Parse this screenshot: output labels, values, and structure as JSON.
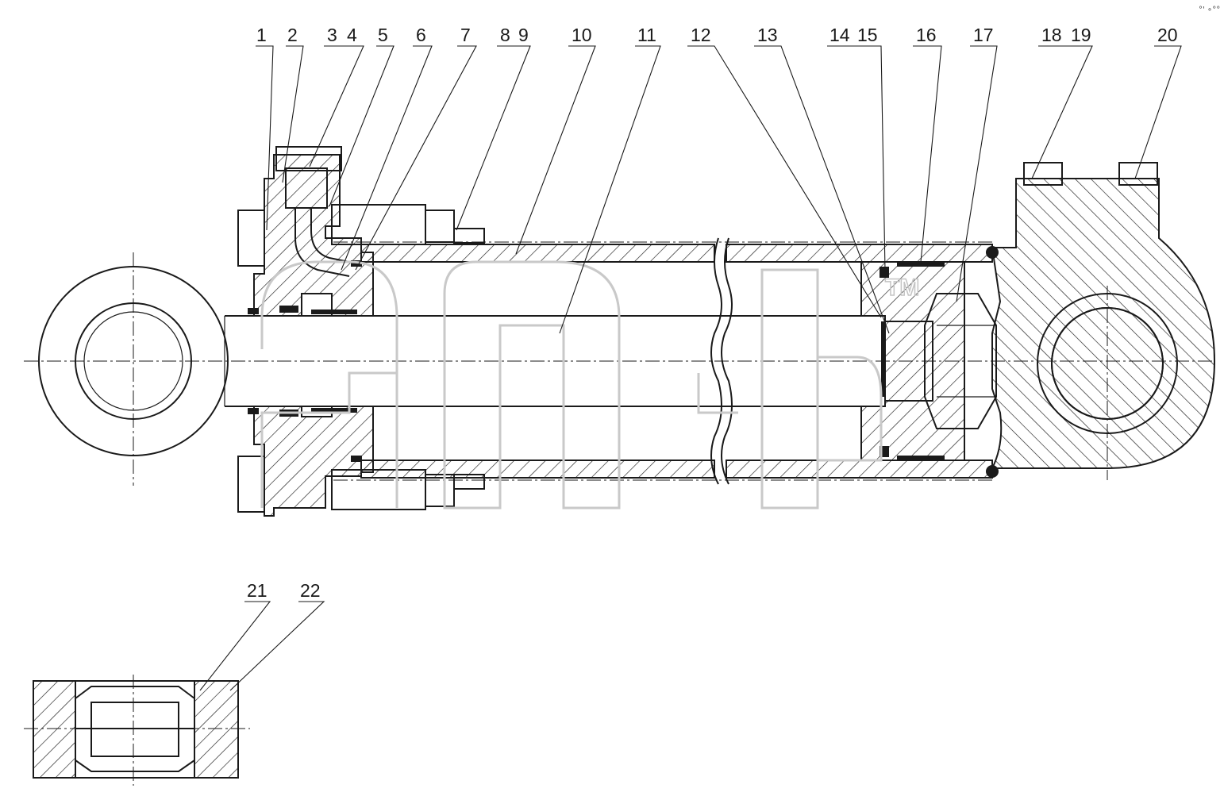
{
  "diagram": {
    "callouts": [
      "1",
      "2",
      "3",
      "4",
      "5",
      "6",
      "7",
      "8",
      "9",
      "10",
      "11",
      "12",
      "13",
      "14",
      "15",
      "16",
      "17",
      "18",
      "19",
      "20",
      "21",
      "22"
    ],
    "watermark_text": "TM",
    "corner_mark": "°' ∘°°"
  }
}
